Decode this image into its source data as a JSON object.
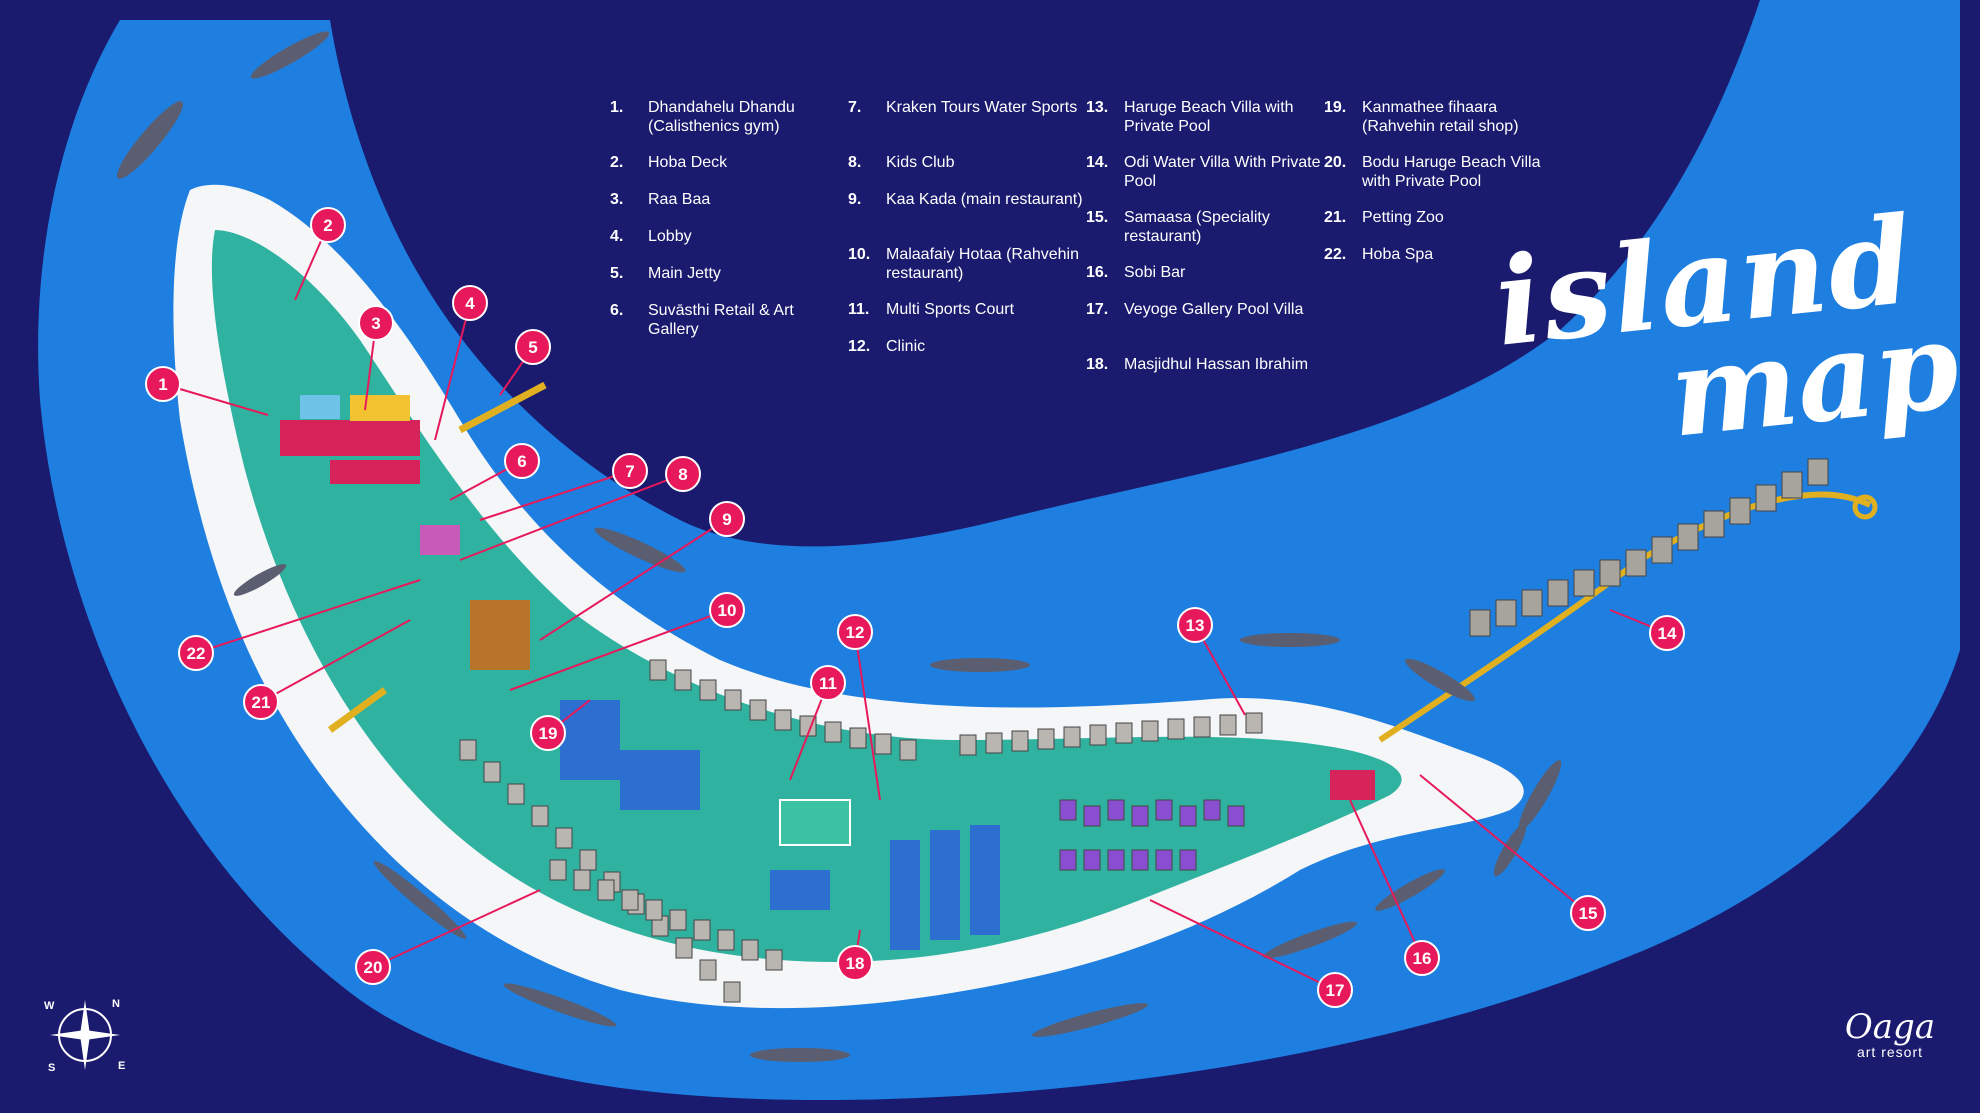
{
  "map_title": {
    "line1": "island",
    "line2": "map"
  },
  "brand": {
    "name": "Oaga",
    "subtitle": "art resort"
  },
  "compass": {
    "n": "N",
    "e": "E",
    "s": "S",
    "w": "W"
  },
  "colors": {
    "deep_sea": "#1a1a6e",
    "lagoon": "#1e7fe0",
    "sand": "#f4f6f8",
    "vegetation": "#2fb3a0",
    "marker": "#e8195a",
    "text": "#ffffff"
  },
  "legend": [
    {
      "num": "1.",
      "name": "Dhandahelu Dhandu (Calisthenics gym)"
    },
    {
      "num": "2.",
      "name": "Hoba Deck"
    },
    {
      "num": "3.",
      "name": "Raa Baa"
    },
    {
      "num": "4.",
      "name": "Lobby"
    },
    {
      "num": "5.",
      "name": "Main Jetty"
    },
    {
      "num": "6.",
      "name": "Suvāsthi Retail & Art Gallery"
    },
    {
      "num": "7.",
      "name": "Kraken Tours Water Sports"
    },
    {
      "num": "8.",
      "name": "Kids Club"
    },
    {
      "num": "9.",
      "name": "Kaa Kada (main restaurant)"
    },
    {
      "num": "10.",
      "name": "Malaafaiy Hotaa (Rahvehin restaurant)"
    },
    {
      "num": "11.",
      "name": "Multi Sports Court"
    },
    {
      "num": "12.",
      "name": "Clinic"
    },
    {
      "num": "13.",
      "name": "Haruge Beach Villa with Private Pool"
    },
    {
      "num": "14.",
      "name": "Odi Water Villa With Private Pool"
    },
    {
      "num": "15.",
      "name": "Samaasa (Speciality restaurant)"
    },
    {
      "num": "16.",
      "name": "Sobi Bar"
    },
    {
      "num": "17.",
      "name": "Veyoge Gallery Pool Villa"
    },
    {
      "num": "18.",
      "name": "Masjidhul Hassan Ibrahim"
    },
    {
      "num": "19.",
      "name": "Kanmathee fihaara (Rahvehin retail shop)"
    },
    {
      "num": "20.",
      "name": "Bodu Haruge Beach Villa with Private Pool"
    },
    {
      "num": "21.",
      "name": "Petting Zoo"
    },
    {
      "num": "22.",
      "name": "Hoba Spa"
    }
  ],
  "markers": [
    {
      "label": "1"
    },
    {
      "label": "2"
    },
    {
      "label": "3"
    },
    {
      "label": "4"
    },
    {
      "label": "5"
    },
    {
      "label": "6"
    },
    {
      "label": "7"
    },
    {
      "label": "8"
    },
    {
      "label": "9"
    },
    {
      "label": "10"
    },
    {
      "label": "11"
    },
    {
      "label": "12"
    },
    {
      "label": "13"
    },
    {
      "label": "14"
    },
    {
      "label": "15"
    },
    {
      "label": "16"
    },
    {
      "label": "17"
    },
    {
      "label": "18"
    },
    {
      "label": "19"
    },
    {
      "label": "20"
    },
    {
      "label": "21"
    },
    {
      "label": "22"
    }
  ]
}
